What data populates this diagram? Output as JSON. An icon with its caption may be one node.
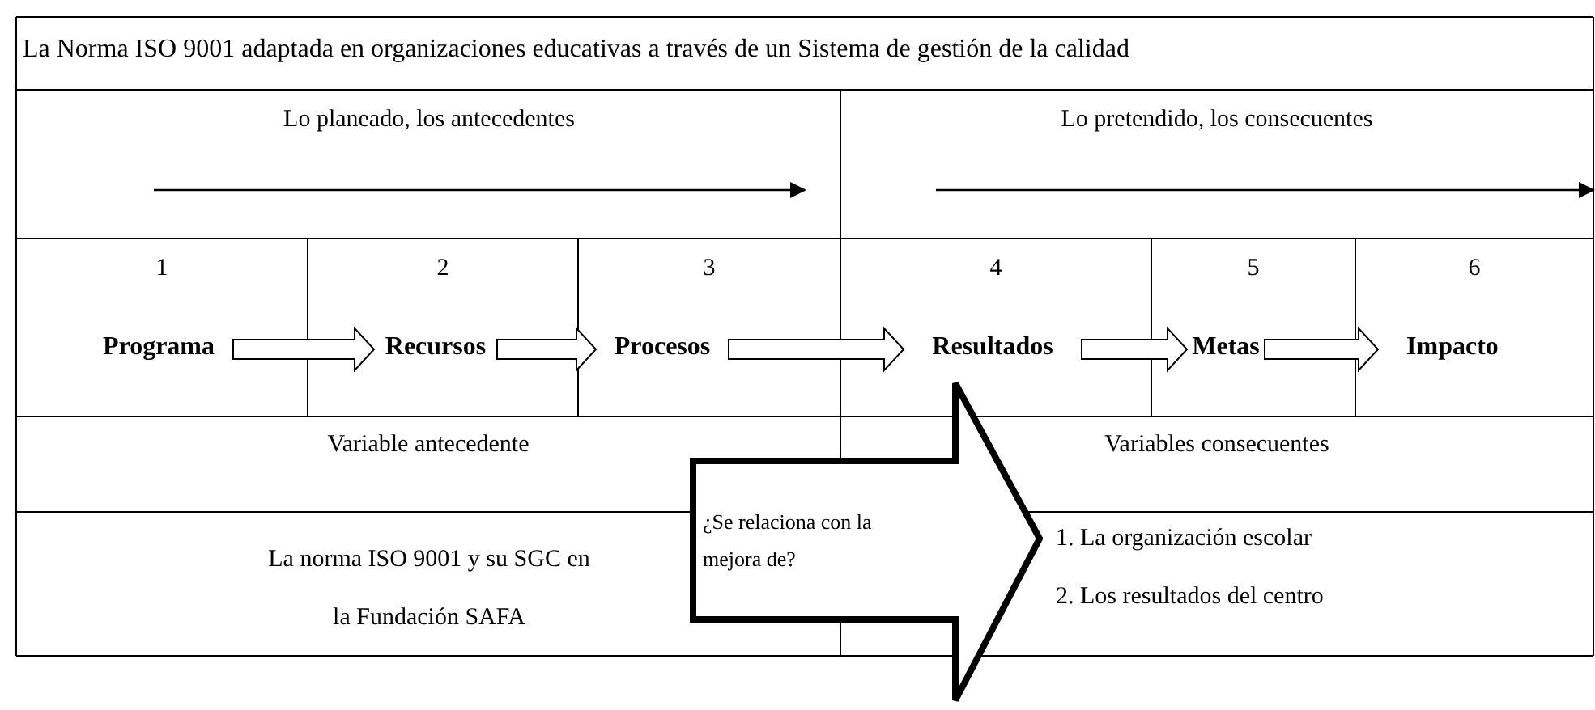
{
  "diagram": {
    "title": "La Norma ISO 9001 adaptada en organizaciones educativas a través de un Sistema de gestión de la calidad",
    "nodes": [
      {
        "text": [
          "Programa"
        ]
      },
      {
        "text": [
          "Recursos"
        ]
      },
      {
        "text": [
          "Procesos"
        ]
      },
      {
        "text": [
          "Resultados"
        ]
      },
      {
        "text": [
          "Metas"
        ]
      },
      {
        "text": [
          "Impacto"
        ]
      },
      {
        "text": [
          "La norma ISO 9001 y su SGC en la Fundación SAFA"
        ]
      },
      {
        "text": [
          "¿Se relaciona con la mejora de?"
        ]
      },
      {
        "text": [
          "1. La organización escolar",
          "2. Los resultados del centro"
        ]
      }
    ],
    "edges": [
      {
        "from": 0,
        "to": 1,
        "arrow": "to"
      },
      {
        "from": 1,
        "to": 2,
        "arrow": "to"
      },
      {
        "from": 2,
        "to": 3,
        "arrow": "to"
      },
      {
        "from": 3,
        "to": 4,
        "arrow": "to"
      },
      {
        "from": 4,
        "to": 5,
        "arrow": "to"
      }
    ],
    "labels": [
      "Lo planeado, los antecedentes",
      "Lo pretendido, los consecuentes",
      "1",
      "2",
      "3",
      "4",
      "5",
      "6",
      "Variable antecedente",
      "Variables consecuentes"
    ]
  }
}
